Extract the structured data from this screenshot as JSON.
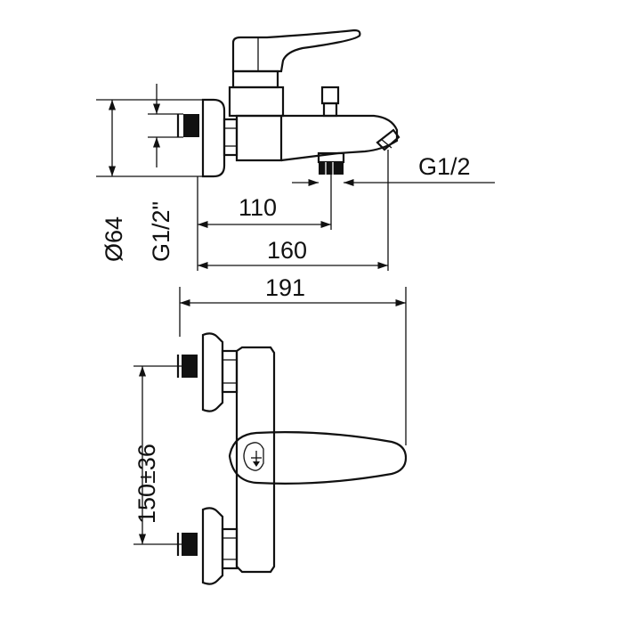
{
  "dimensions": {
    "diameter_flange": "Ø64",
    "inlet_thread": "G1/2\"",
    "outlet_thread": "G1/2",
    "spout_to_shower_outlet": "110",
    "spout_length": "160",
    "overall_length": "191",
    "center_distance": "150±36"
  },
  "colors": {
    "line": "#111111",
    "background": "#ffffff"
  }
}
